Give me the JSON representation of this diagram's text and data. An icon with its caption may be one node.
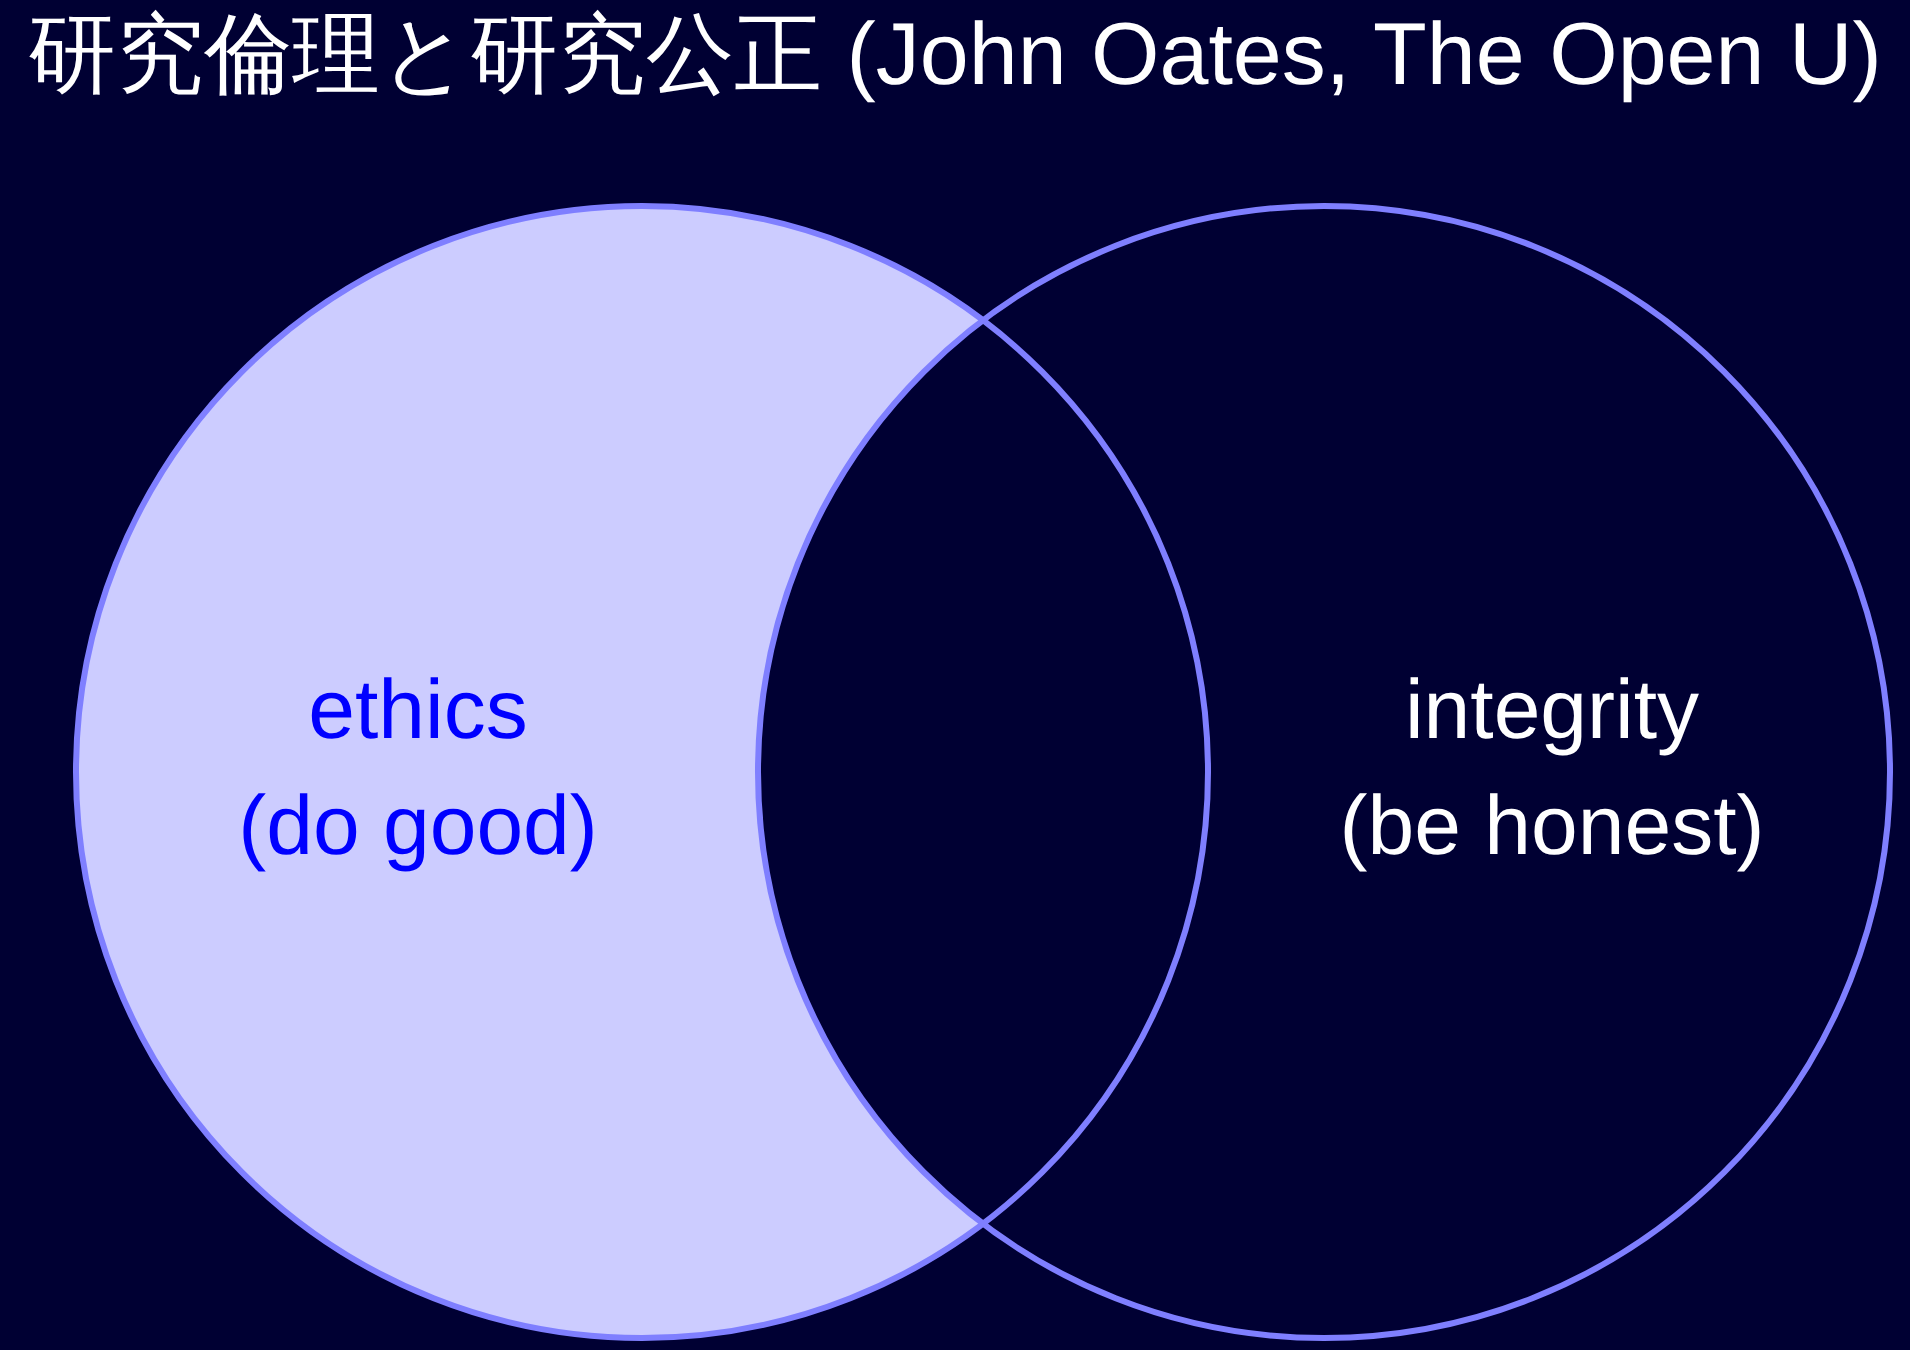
{
  "diagram": {
    "title": "研究倫理と研究公正 (John Oates, The Open U)",
    "nodes": [
      {
        "text": [
          "ethics",
          "(do good)"
        ]
      },
      {
        "text": [
          "integrity",
          "(be honest)"
        ]
      }
    ]
  }
}
